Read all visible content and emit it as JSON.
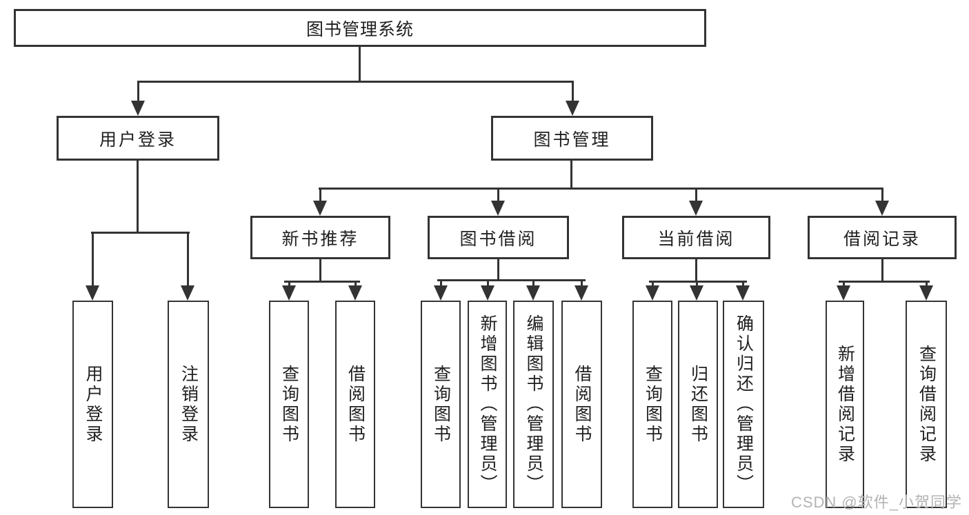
{
  "root": "图书管理系统",
  "level2": [
    "用户登录",
    "图书管理"
  ],
  "level3": [
    "新书推荐",
    "图书借阅",
    "当前借阅",
    "借阅记录"
  ],
  "leaves": {
    "user_login": [
      "用户登录",
      "注销登录"
    ],
    "new_book_recommend": [
      "查询图书",
      "借阅图书"
    ],
    "book_borrow": [
      "查询图书",
      "新增图书（管理员）",
      "编辑图书（管理员）",
      "借阅图书"
    ],
    "current_borrow": [
      "查询图书",
      "归还图书",
      "确认归还（管理员）"
    ],
    "borrow_records": [
      "新增借阅记录",
      "查询借阅记录"
    ]
  },
  "watermark": "CSDN @软件_小贺同学",
  "colors": {
    "line": "#333333",
    "text": "#1f1f1f",
    "box_background": "#ffffff",
    "watermark": "#b3b3b3"
  }
}
